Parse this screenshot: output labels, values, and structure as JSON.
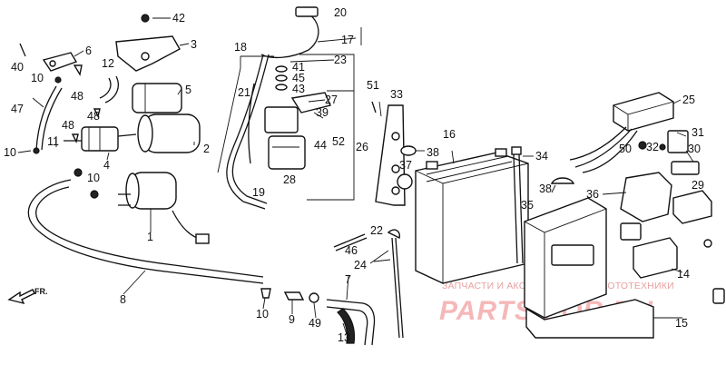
{
  "diagram": {
    "direction_label": "FR.",
    "callouts": [
      {
        "label": "1"
      },
      {
        "label": "2"
      },
      {
        "label": "3"
      },
      {
        "label": "4"
      },
      {
        "label": "5"
      },
      {
        "label": "6"
      },
      {
        "label": "7"
      },
      {
        "label": "8"
      },
      {
        "label": "9"
      },
      {
        "label": "10"
      },
      {
        "label": "10"
      },
      {
        "label": "10"
      },
      {
        "label": "10"
      },
      {
        "label": "11"
      },
      {
        "label": "12"
      },
      {
        "label": "13"
      },
      {
        "label": "14"
      },
      {
        "label": "15"
      },
      {
        "label": "16"
      },
      {
        "label": "17"
      },
      {
        "label": "18"
      },
      {
        "label": "19"
      },
      {
        "label": "20"
      },
      {
        "label": "21"
      },
      {
        "label": "22"
      },
      {
        "label": "23"
      },
      {
        "label": "24"
      },
      {
        "label": "25"
      },
      {
        "label": "26"
      },
      {
        "label": "27"
      },
      {
        "label": "28"
      },
      {
        "label": "29"
      },
      {
        "label": "30"
      },
      {
        "label": "31"
      },
      {
        "label": "32"
      },
      {
        "label": "33"
      },
      {
        "label": "34"
      },
      {
        "label": "35"
      },
      {
        "label": "36"
      },
      {
        "label": "37"
      },
      {
        "label": "38"
      },
      {
        "label": "38"
      },
      {
        "label": "39"
      },
      {
        "label": "40"
      },
      {
        "label": "41"
      },
      {
        "label": "42"
      },
      {
        "label": "43"
      },
      {
        "label": "44"
      },
      {
        "label": "45"
      },
      {
        "label": "46"
      },
      {
        "label": "47"
      },
      {
        "label": "48"
      },
      {
        "label": "48"
      },
      {
        "label": "48"
      },
      {
        "label": "49"
      },
      {
        "label": "50"
      },
      {
        "label": "51"
      },
      {
        "label": "52"
      }
    ]
  },
  "watermark": {
    "caption": "ЗАПЧАСТИ И АКСЕССУАРЫ ДЛЯ МОТОТЕХНИКИ",
    "logo": "PARTS-FOR.RU"
  }
}
